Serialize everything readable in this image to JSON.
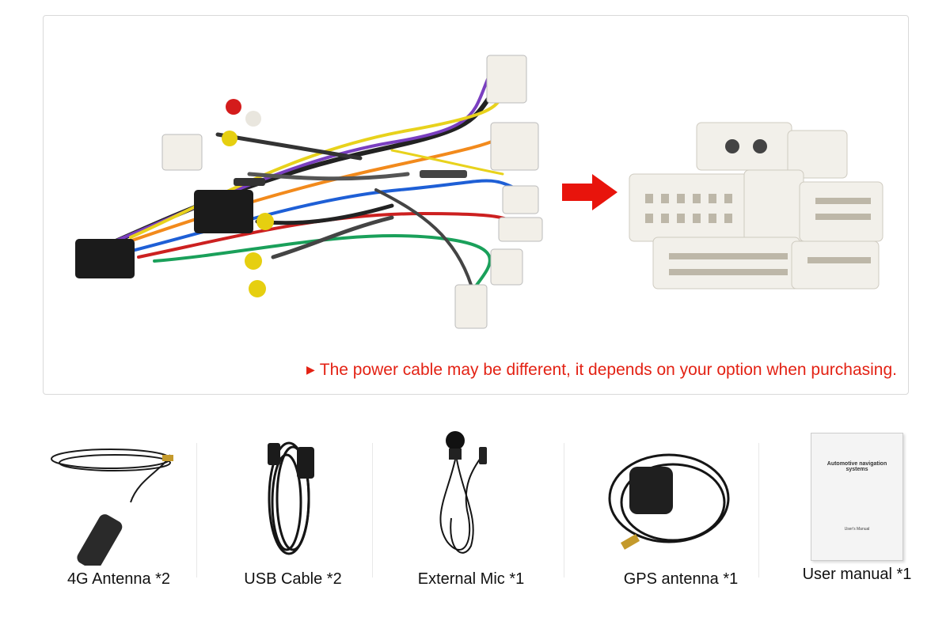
{
  "notice": {
    "marker": "▶",
    "text": "The power cable may be different, it depends on your option when purchasing."
  },
  "accessories": [
    {
      "label": "4G Antenna *2",
      "icon": "antenna-icon"
    },
    {
      "label": "USB Cable *2",
      "icon": "usb-cable-icon"
    },
    {
      "label": "External Mic *1",
      "icon": "microphone-icon"
    },
    {
      "label": "GPS antenna *1",
      "icon": "gps-antenna-icon"
    },
    {
      "label": "User manual *1",
      "icon": "manual-icon"
    }
  ],
  "manual": {
    "title": "Automotive navigation systems",
    "footer": "User's Manual"
  },
  "colors": {
    "notice": "#e32214",
    "arrow": "#e8140c",
    "connector": "#f2f0ea"
  }
}
